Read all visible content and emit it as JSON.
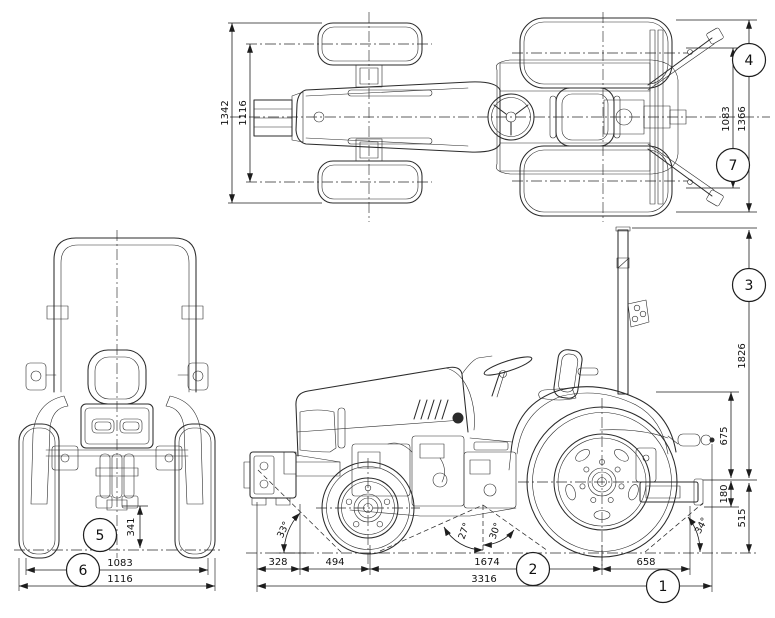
{
  "drawing": {
    "callouts": {
      "c1": "1",
      "c2": "2",
      "c3": "3",
      "c4": "4",
      "c5": "5",
      "c6": "6",
      "c7": "7"
    },
    "top_view": {
      "overall_width": "1342",
      "front_track": "1116",
      "rear_track": "1083",
      "rear_overall_width": "1366"
    },
    "rear_view": {
      "drawbar_height": "341",
      "track_width": "1083",
      "overall_width": "1116"
    },
    "side_view": {
      "overall_height": "1826",
      "lift_point_height": "675",
      "drawbar_clearance": "180",
      "drawbar_height": "515",
      "front_overhang": "328",
      "front_axle_distance": "494",
      "wheelbase": "1674",
      "rear_overhang": "658",
      "overall_length": "3316",
      "approach_angle": "33°",
      "breakover_front_angle": "27°",
      "breakover_rear_angle": "30°",
      "departure_angle": "34°"
    },
    "colors": {
      "line": "#2b2b2b",
      "dimension": "#1d1d1d",
      "background": "#ffffff"
    }
  }
}
